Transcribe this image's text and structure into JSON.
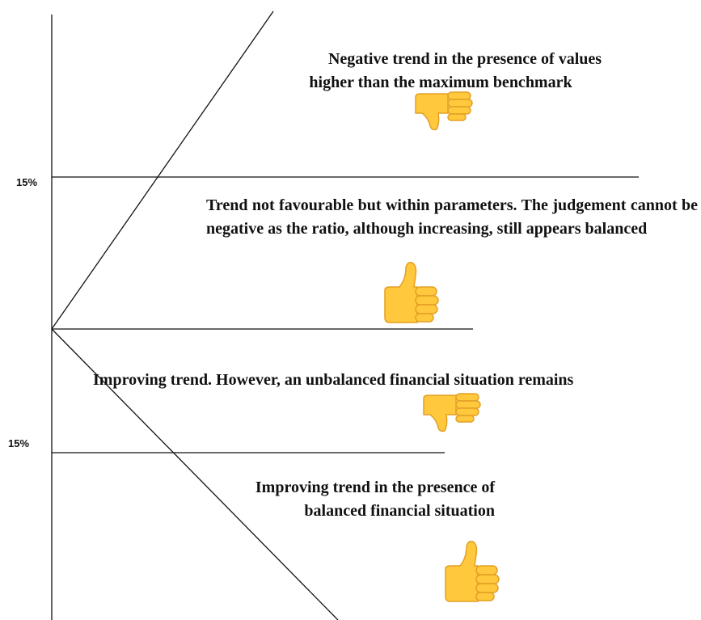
{
  "benchmarks": {
    "upper_label": "15%",
    "lower_label": "15%"
  },
  "zones": {
    "top": {
      "text_line1": "Negative trend in the presence of values",
      "text_line2": "higher than the maximum benchmark",
      "icon": "thumbs-down-icon"
    },
    "upper_middle": {
      "text": "Trend not favourable but within parameters. The judgement cannot be negative as the ratio, although increasing, still appears balanced",
      "icon": "thumbs-up-icon"
    },
    "lower_middle": {
      "text": "Improving trend. However, an unbalanced financial situation remains",
      "icon": "thumbs-down-icon"
    },
    "bottom": {
      "text_line1": "Improving trend in the presence of",
      "text_line2": "balanced financial situation",
      "icon": "thumbs-up-icon"
    }
  },
  "colors": {
    "line": "#111111",
    "thumb_fill": "#FFC83D",
    "thumb_outline": "#E3A023"
  }
}
